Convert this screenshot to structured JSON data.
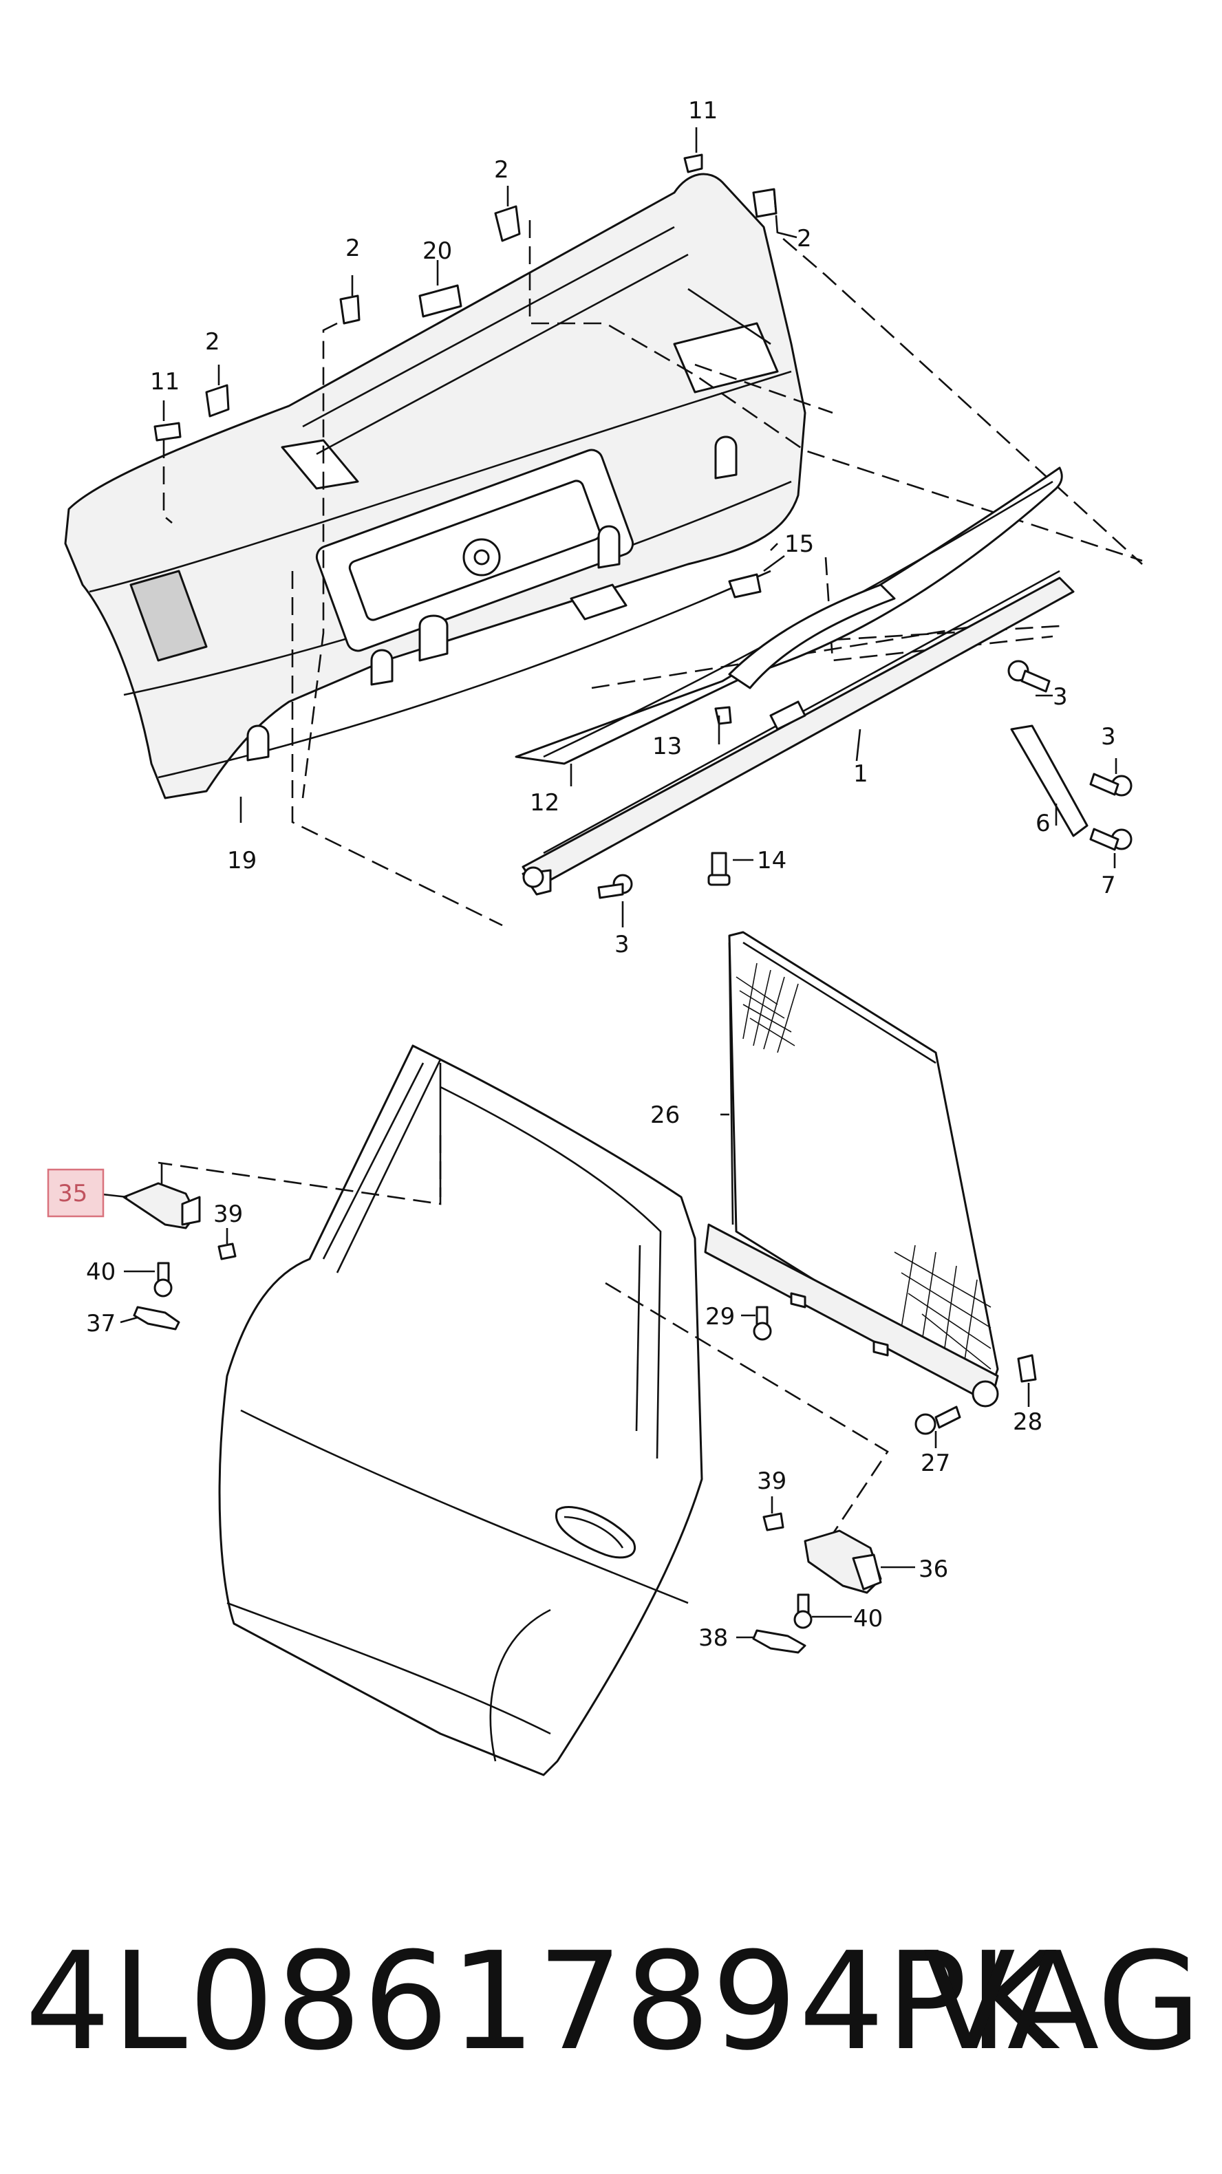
{
  "callouts": [
    {
      "id": "c11a",
      "text": "11"
    },
    {
      "id": "c2a",
      "text": "2"
    },
    {
      "id": "c2b",
      "text": "2"
    },
    {
      "id": "c2c",
      "text": "2"
    },
    {
      "id": "c20",
      "text": "20"
    },
    {
      "id": "c2d",
      "text": "2"
    },
    {
      "id": "c11b",
      "text": "11"
    },
    {
      "id": "c15",
      "text": "15"
    },
    {
      "id": "c3a",
      "text": "3"
    },
    {
      "id": "c3b",
      "text": "3"
    },
    {
      "id": "c13",
      "text": "13"
    },
    {
      "id": "c1",
      "text": "1"
    },
    {
      "id": "c6",
      "text": "6"
    },
    {
      "id": "c12",
      "text": "12"
    },
    {
      "id": "c19",
      "text": "19"
    },
    {
      "id": "c14",
      "text": "14"
    },
    {
      "id": "c7",
      "text": "7"
    },
    {
      "id": "c3c",
      "text": "3"
    },
    {
      "id": "c26",
      "text": "26"
    },
    {
      "id": "c35",
      "text": "35"
    },
    {
      "id": "c39a",
      "text": "39"
    },
    {
      "id": "c40a",
      "text": "40"
    },
    {
      "id": "c37",
      "text": "37"
    },
    {
      "id": "c29",
      "text": "29"
    },
    {
      "id": "c28",
      "text": "28"
    },
    {
      "id": "c27",
      "text": "27"
    },
    {
      "id": "c39b",
      "text": "39"
    },
    {
      "id": "c36",
      "text": "36"
    },
    {
      "id": "c40b",
      "text": "40"
    },
    {
      "id": "c38",
      "text": "38"
    }
  ],
  "highlight": {
    "callout": "35",
    "fill": "#f6d5d8",
    "stroke": "#d9727d"
  },
  "footer": {
    "part_number": "4L08617894PK",
    "brand": "VAG"
  }
}
